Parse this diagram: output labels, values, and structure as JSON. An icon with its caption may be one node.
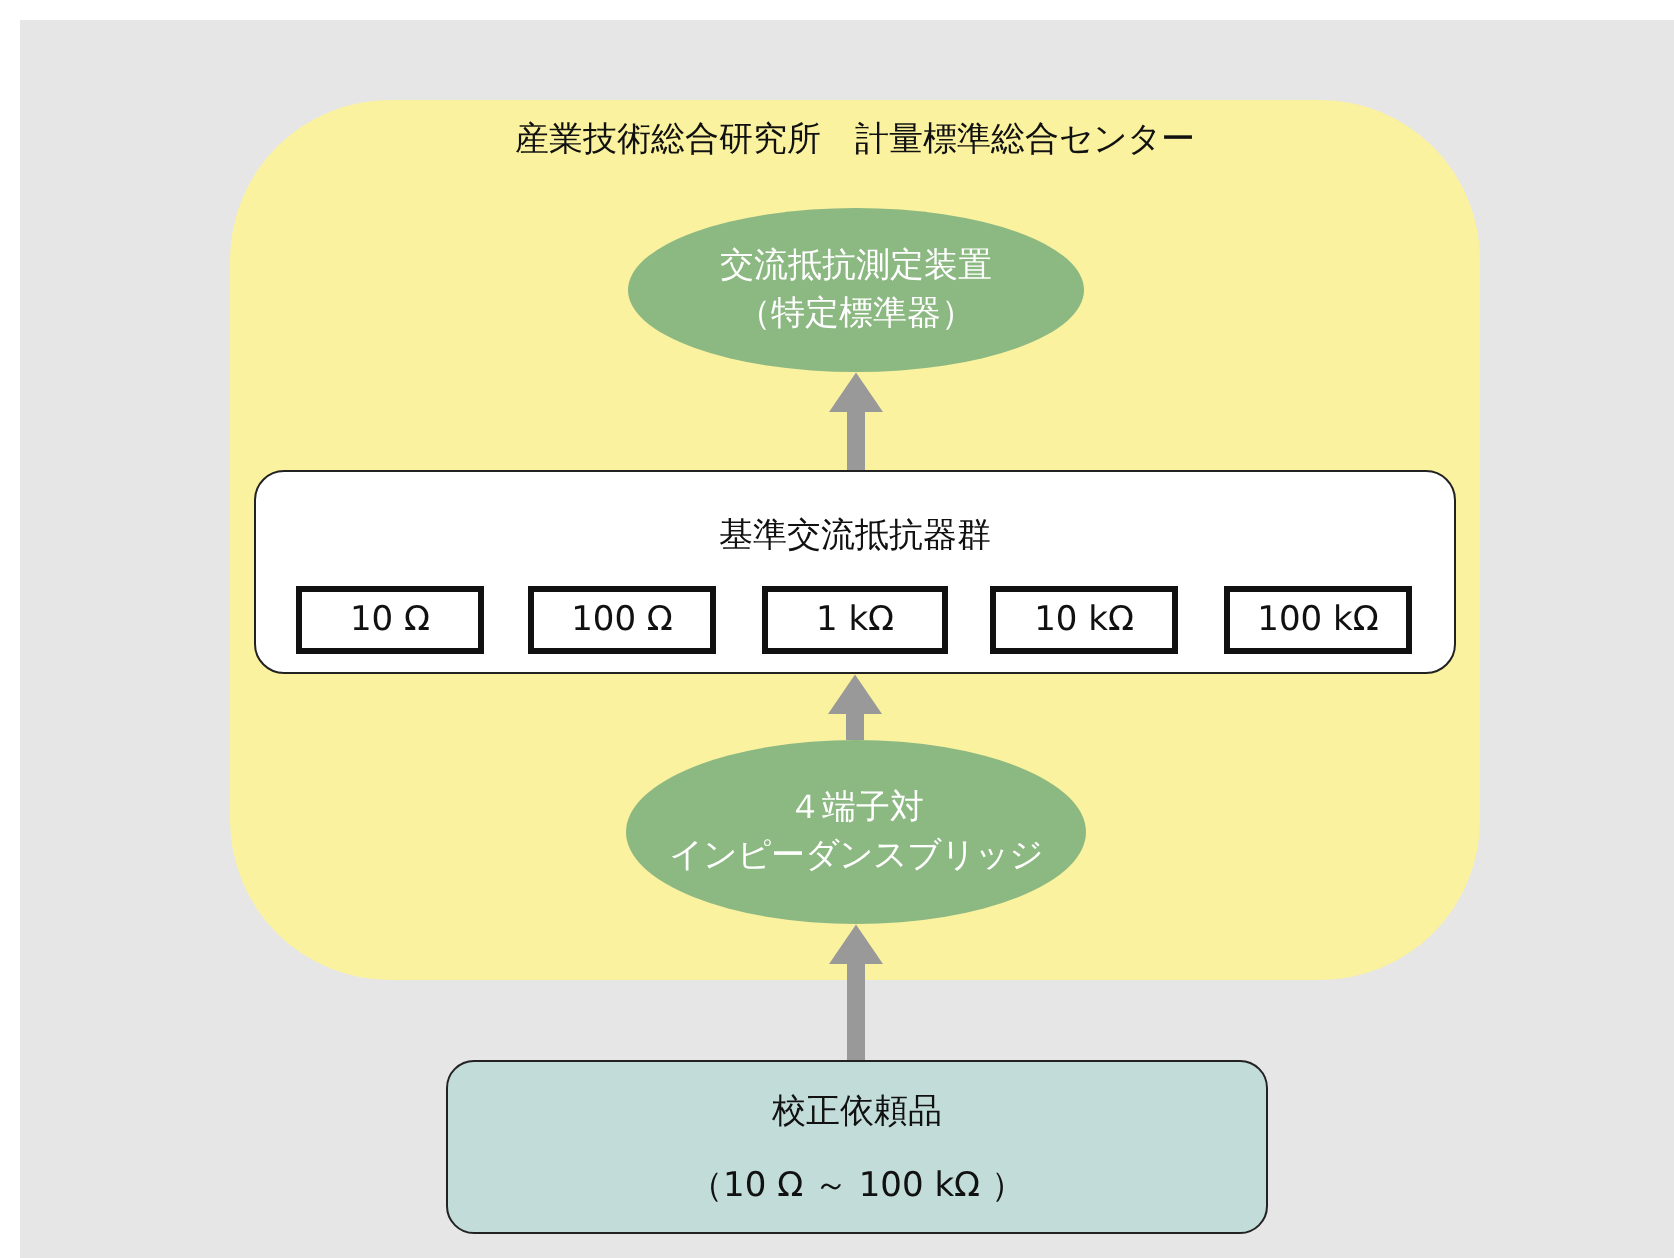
{
  "diagram": {
    "nodes": [
      {
        "text": [
          "産業技術総合研究所　計量標準総合センター"
        ]
      },
      {
        "text": [
          "交流抵抗測定装置",
          "（特定標準器）"
        ],
        "in": 0
      },
      {
        "text": [
          "基準交流抵抗器群"
        ],
        "in": 0
      },
      {
        "text": [
          "10 Ω"
        ],
        "in": 2
      },
      {
        "text": [
          "100 Ω"
        ],
        "in": 2
      },
      {
        "text": [
          "1 kΩ"
        ],
        "in": 2
      },
      {
        "text": [
          "10 kΩ"
        ],
        "in": 2
      },
      {
        "text": [
          "100 kΩ"
        ],
        "in": 2
      },
      {
        "text": [
          "４端子対",
          "インピーダンスブリッジ"
        ],
        "in": 0
      },
      {
        "text": [
          "校正依頼品",
          "（10 Ω ～ 100 kΩ ）"
        ]
      }
    ],
    "edges": [
      {
        "from": 9,
        "to": 8,
        "arrow": "to"
      },
      {
        "from": 8,
        "to": 2,
        "arrow": "to"
      },
      {
        "from": 2,
        "to": 1,
        "arrow": "to"
      }
    ]
  }
}
